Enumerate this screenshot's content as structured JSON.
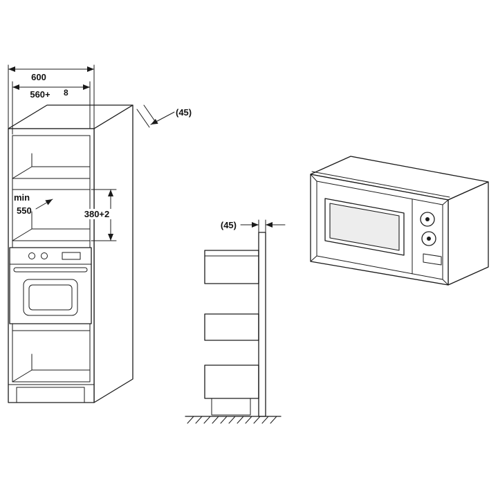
{
  "page": {
    "background": "#ffffff",
    "ink_color": "#1a1a1a"
  },
  "diagram": {
    "description": "built-in-microwave-installation-dimensions",
    "front_view": {
      "dim_overall_width": "600",
      "dim_niche_width": "560+",
      "dim_niche_width_tolerance": "8",
      "dim_side_clearance": "(45)",
      "dim_min_depth_label": "min",
      "dim_min_depth_value": "550",
      "dim_niche_height": "380+2"
    },
    "side_view": {
      "dim_panel_thickness": "(45)"
    }
  }
}
